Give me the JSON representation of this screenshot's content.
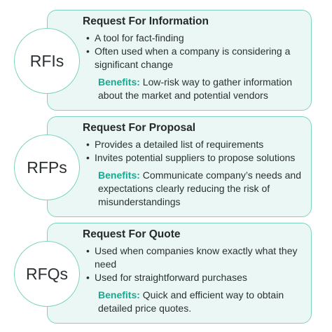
{
  "cards": [
    {
      "abbr": "RFIs",
      "title": "Request For Information",
      "bullets": [
        "A tool for fact-finding",
        "Often used when a company is considering a significant change"
      ],
      "benefits_label": "Benefits:",
      "benefits_text": "Low-risk way to gather information about the market and potential vendors"
    },
    {
      "abbr": "RFPs",
      "title": "Request For Proposal",
      "bullets": [
        "Provides a detailed list of requirements",
        "Invites potential suppliers to propose solutions"
      ],
      "benefits_label": "Benefits:",
      "benefits_text": "Communicate company’s needs and expectations clearly reducing the risk of misunderstandings"
    },
    {
      "abbr": "RFQs",
      "title": "Request For Quote",
      "bullets": [
        "Used when companies know exactly what they need",
        "Used for straightforward purchases"
      ],
      "benefits_label": "Benefits:",
      "benefits_text": "Quick and efficient way to obtain detailed price quotes."
    }
  ],
  "colors": {
    "card_bg": "#eaf7f4",
    "border": "#7dd3c0",
    "accent": "#17a991",
    "text": "#2b3033"
  }
}
